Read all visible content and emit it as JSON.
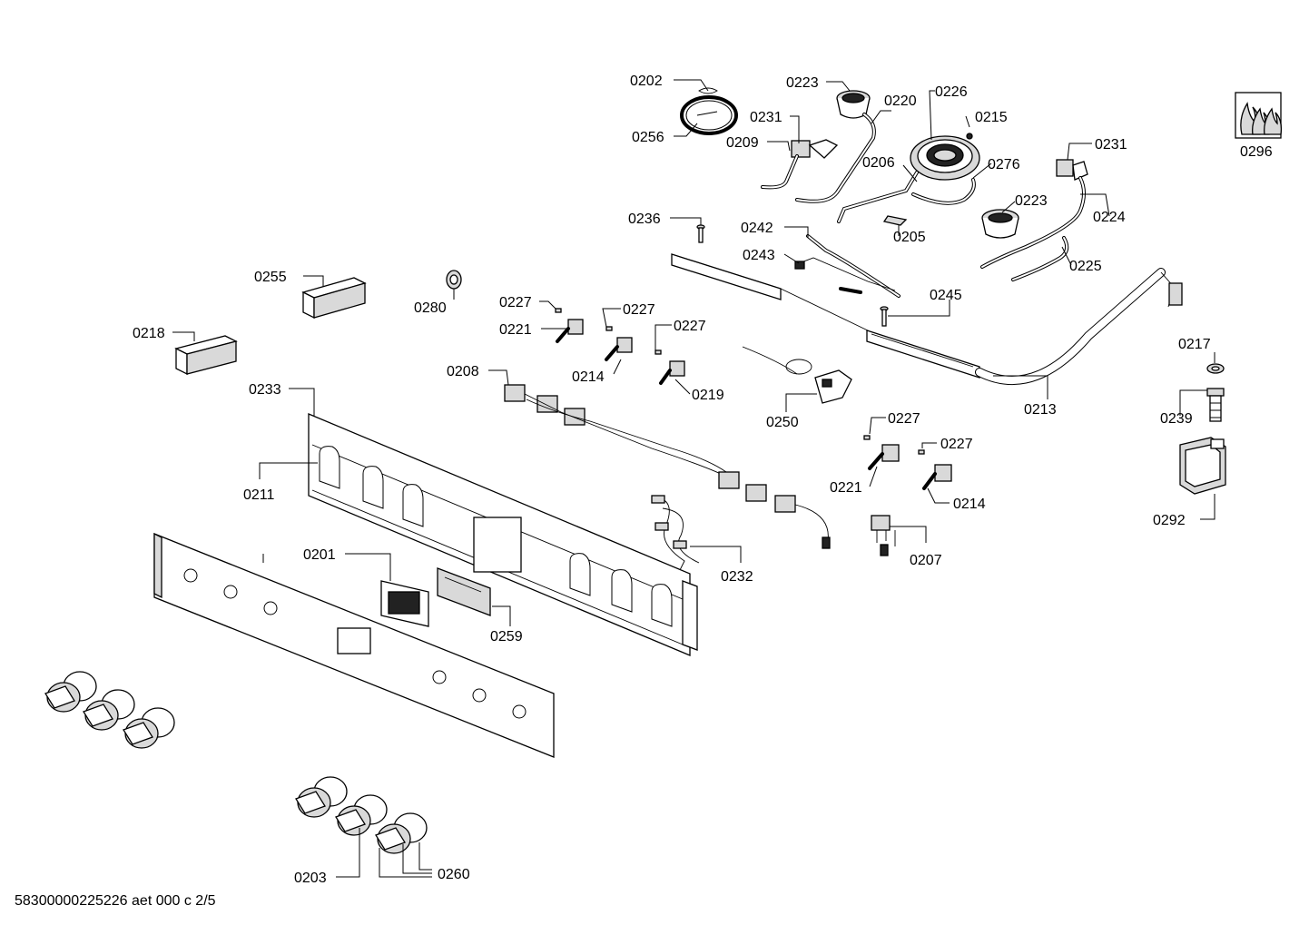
{
  "labels": {
    "p0202": "0202",
    "p0256": "0256",
    "p0223a": "0223",
    "p0220": "0220",
    "p0226": "0226",
    "p0231a": "0231",
    "p0215": "0215",
    "p0209": "0209",
    "p0206": "0206",
    "p0276": "0276",
    "p0231b": "0231",
    "p0223b": "0223",
    "p0224": "0224",
    "p0205": "0205",
    "p0225": "0225",
    "p0236": "0236",
    "p0242": "0242",
    "p0243": "0243",
    "p0245": "0245",
    "p0296": "0296",
    "p0255": "0255",
    "p0280": "0280",
    "p0227a": "0227",
    "p0221a": "0221",
    "p0227b": "0227",
    "p0227c": "0227",
    "p0218": "0218",
    "p0214a": "0214",
    "p0219": "0219",
    "p0208": "0208",
    "p0217": "0217",
    "p0213": "0213",
    "p0250": "0250",
    "p0239": "0239",
    "p0233": "0233",
    "p0227d": "0227",
    "p0227e": "0227",
    "p0211": "0211",
    "p0221b": "0221",
    "p0214b": "0214",
    "p0292": "0292",
    "p0201": "0201",
    "p0232": "0232",
    "p0207": "0207",
    "p0259": "0259",
    "p0203": "0203",
    "p0260": "0260"
  },
  "footer": "58300000225226 aet 000 c 2/5",
  "colors": {
    "line": "#000000",
    "background": "#ffffff",
    "shade": "#d9d9d9"
  }
}
